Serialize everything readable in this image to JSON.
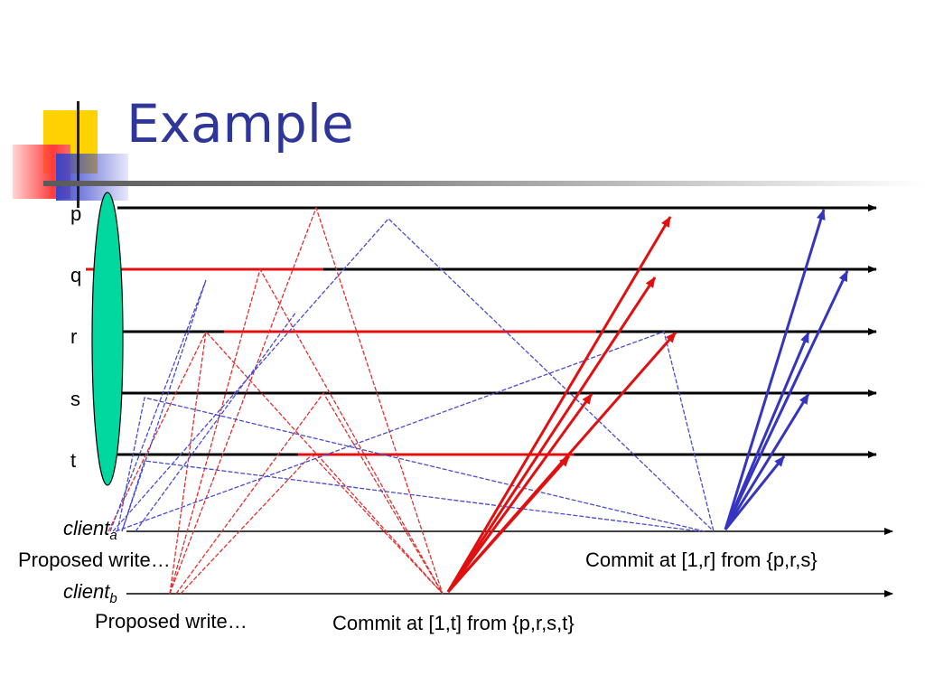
{
  "slide": {
    "title": "Example"
  },
  "processes": [
    "p",
    "q",
    "r",
    "s",
    "t"
  ],
  "clients": {
    "a": {
      "name": "client",
      "subscript": "a"
    },
    "b": {
      "name": "client",
      "subscript": "b"
    }
  },
  "annotations": {
    "proposed_write_a": "Proposed write…",
    "proposed_write_b": "Proposed write…",
    "commit_a": "Commit at [1,r] from {p,r,s}",
    "commit_b": "Commit at [1,t] from {p,r,s,t}"
  },
  "colors": {
    "title": "#2f3699",
    "timeline": "#000000",
    "client_b_messages": "#e01010",
    "client_a_messages": "#3535c0",
    "dashed_red": "#e03030",
    "dashed_blue": "#4a4ad0",
    "quorum_ellipse": "#00d8a0"
  }
}
